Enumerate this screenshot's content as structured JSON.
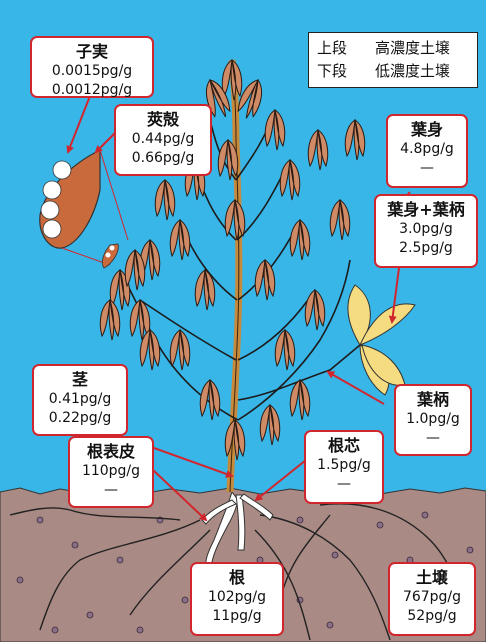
{
  "legend": {
    "row1": {
      "position": "上段",
      "meaning": "高濃度土壌"
    },
    "row2": {
      "position": "下段",
      "meaning": "低濃度土壌"
    }
  },
  "labels": {
    "seed": {
      "name": "子実",
      "high": "0.0015pg/g",
      "low": "0.0012pg/g"
    },
    "pod": {
      "name": "莢殻",
      "high": "0.44pg/g",
      "low": "0.66pg/g"
    },
    "leaf": {
      "name": "葉身",
      "high": "4.8pg/g",
      "low": "—"
    },
    "leafpet": {
      "name": "葉身+葉柄",
      "high": "3.0pg/g",
      "low": "2.5pg/g"
    },
    "stem": {
      "name": "茎",
      "high": "0.41pg/g",
      "low": "0.22pg/g"
    },
    "petiole": {
      "name": "葉柄",
      "high": "1.0pg/g",
      "low": "—"
    },
    "cortex": {
      "name": "根表皮",
      "high": "110pg/g",
      "low": "—"
    },
    "core": {
      "name": "根芯",
      "high": "1.5pg/g",
      "low": "—"
    },
    "root": {
      "name": "根",
      "high": "102pg/g",
      "low": "11pg/g"
    },
    "soil": {
      "name": "土壌",
      "high": "767pg/g",
      "low": "52pg/g"
    }
  },
  "colors": {
    "sky": "#38b6e8",
    "soil": "#a98a84",
    "stem": "#c68a3c",
    "leaf_dry": "#cf8a66",
    "leaf_green": "#f5dc80",
    "pod": "#c96a3c",
    "arrow": "#d2262e"
  }
}
